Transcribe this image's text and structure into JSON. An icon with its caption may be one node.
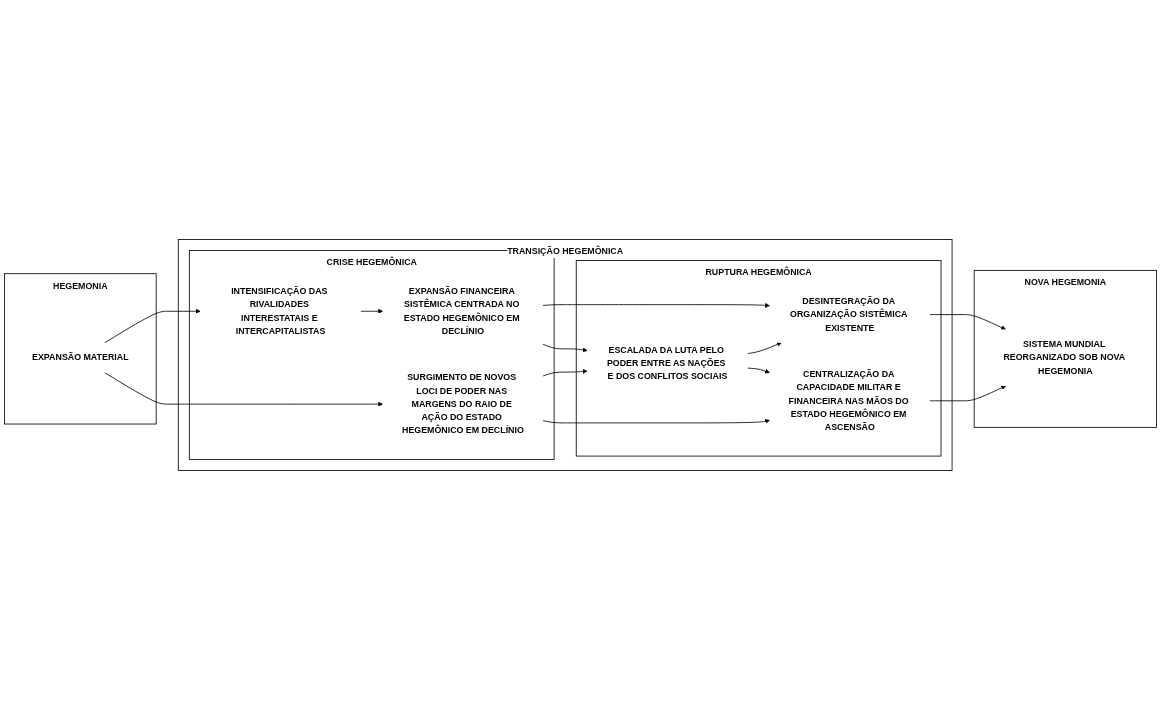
{
  "diagram": {
    "nodes": [
      {
        "text": [
          "HEGEMONIA"
        ]
      },
      {
        "text": [
          "EXPANSÃO MATERIAL"
        ],
        "in": 0
      },
      {
        "text": [
          "TRANSIÇÃO HEGEMÔNICA"
        ]
      },
      {
        "text": [
          "CRISE HEGEMÔNICA"
        ],
        "in": 2
      },
      {
        "text": [
          "INTENSIFICAÇÃO DAS RIVALIDADES INTERESTATAIS E INTERCAPITALISTAS"
        ],
        "in": 3
      },
      {
        "text": [
          "EXPANSÃO FINANCEIRA SISTÊMICA CENTRADA NO ESTADO HEGEMÔNICO EM DECLÍNIO"
        ],
        "in": 3
      },
      {
        "text": [
          "SURGIMENTO DE NOVOS LOCI DE PODER NAS MARGENS DO RAIO DE AÇÃO DO ESTADO HEGEMÔNICO EM DECLÍNIO"
        ],
        "in": 3
      },
      {
        "text": [
          "RUPTURA HEGEMÔNICA"
        ],
        "in": 2
      },
      {
        "text": [
          "DESINTEGRAÇÃO DA ORGANIZAÇÃO SISTÊMICA EXISTENTE"
        ],
        "in": 7
      },
      {
        "text": [
          "ESCALADA DA LUTA PELO PODER ENTRE AS NAÇÕES E DOS CONFLITOS SOCIAIS"
        ],
        "in": 7
      },
      {
        "text": [
          "CENTRALIZAÇÃO DA CAPACIDADE MILITAR E FINANCEIRA NAS MÃOS DO ESTADO HEGEMÔNICO EM ASCENSÃO"
        ],
        "in": 7
      },
      {
        "text": [
          "NOVA HEGEMONIA"
        ]
      },
      {
        "text": [
          "SISTEMA MUNDIAL REORGANIZADO SOB NOVA HEGEMONIA"
        ],
        "in": 11
      }
    ],
    "edges": [
      {
        "from": 1,
        "to": 4,
        "arrow": "to"
      },
      {
        "from": 1,
        "to": 6,
        "arrow": "to"
      },
      {
        "from": 4,
        "to": 5,
        "arrow": "to"
      },
      {
        "from": 5,
        "to": 8,
        "arrow": "to"
      },
      {
        "from": 5,
        "to": 9,
        "arrow": "to"
      },
      {
        "from": 6,
        "to": 9,
        "arrow": "to"
      },
      {
        "from": 6,
        "to": 10,
        "arrow": "to"
      },
      {
        "from": 9,
        "to": 8,
        "arrow": "to"
      },
      {
        "from": 9,
        "to": 10,
        "arrow": "to"
      },
      {
        "from": 8,
        "to": 12,
        "arrow": "to"
      },
      {
        "from": 10,
        "to": 12,
        "arrow": "to"
      }
    ]
  }
}
